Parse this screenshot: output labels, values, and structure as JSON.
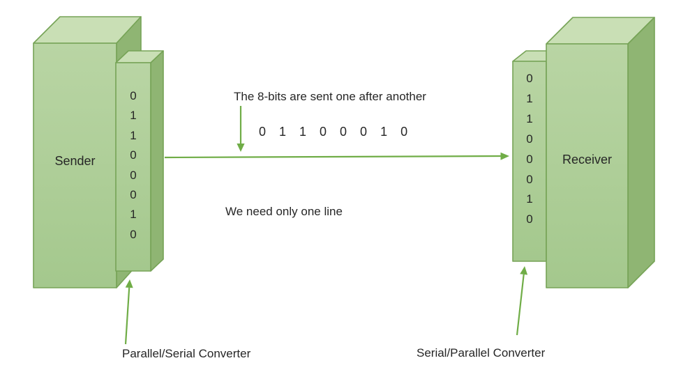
{
  "diagram": {
    "title_hint": "Serial transmission between sender and receiver",
    "sender": {
      "label": "Sender",
      "bits": "0\n1\n1\n0\n0\n0\n1\n0",
      "converter_label": "Parallel/Serial Converter"
    },
    "receiver": {
      "label": "Receiver",
      "bits": "0\n1\n1\n0\n0\n0\n1\n0",
      "converter_label": "Serial/Parallel Converter"
    },
    "channel": {
      "caption_top": "The 8-bits are sent one after another",
      "bits_inline": "0 1 1 0 0 0 1 0",
      "caption_bottom": "We need only one line"
    },
    "colors": {
      "box_front_light": "#b9d5a4",
      "box_front_dark": "#a4c88d",
      "box_top": "#c9dfb5",
      "box_side": "#8fb573",
      "box_border": "#76a356",
      "arrow_green": "#70ad47",
      "text": "#262626"
    }
  }
}
